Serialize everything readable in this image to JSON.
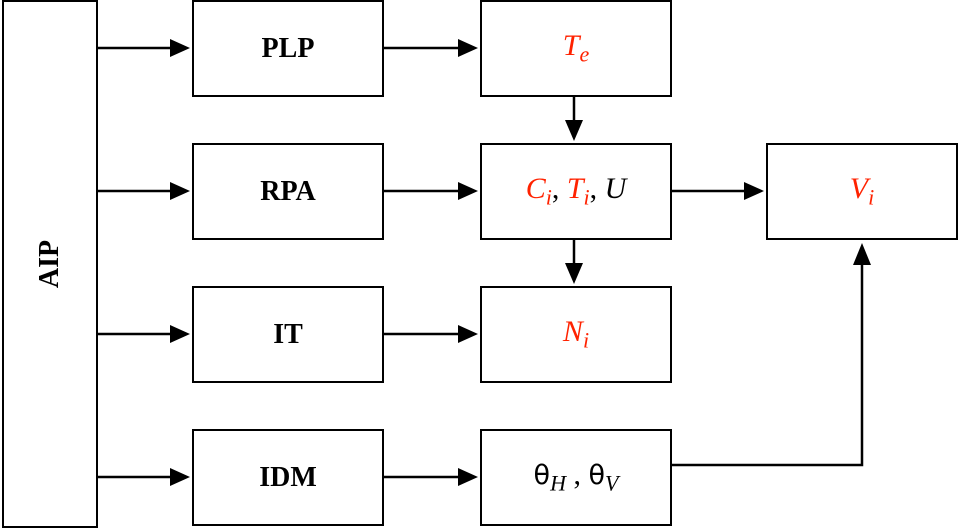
{
  "colors": {
    "highlight": "#ff2200",
    "text": "#000000",
    "line": "#000000"
  },
  "aip": {
    "label": "AIP"
  },
  "plp": {
    "label": "PLP"
  },
  "rpa": {
    "label": "RPA"
  },
  "it": {
    "label": "IT"
  },
  "idm": {
    "label": "IDM"
  },
  "te": {
    "base": "T",
    "sub": "e"
  },
  "ctu": {
    "c_base": "C",
    "c_sub": "i",
    "sep1": ", ",
    "t_base": "T",
    "t_sub": "i",
    "sep2": ", ",
    "u": "U"
  },
  "ni": {
    "base": "N",
    "sub": "i"
  },
  "theta": {
    "h_base": "θ",
    "h_sub": "H",
    "sep": " , ",
    "v_base": "θ",
    "v_sub": "V"
  },
  "vi": {
    "base": "V",
    "sub": "i"
  }
}
